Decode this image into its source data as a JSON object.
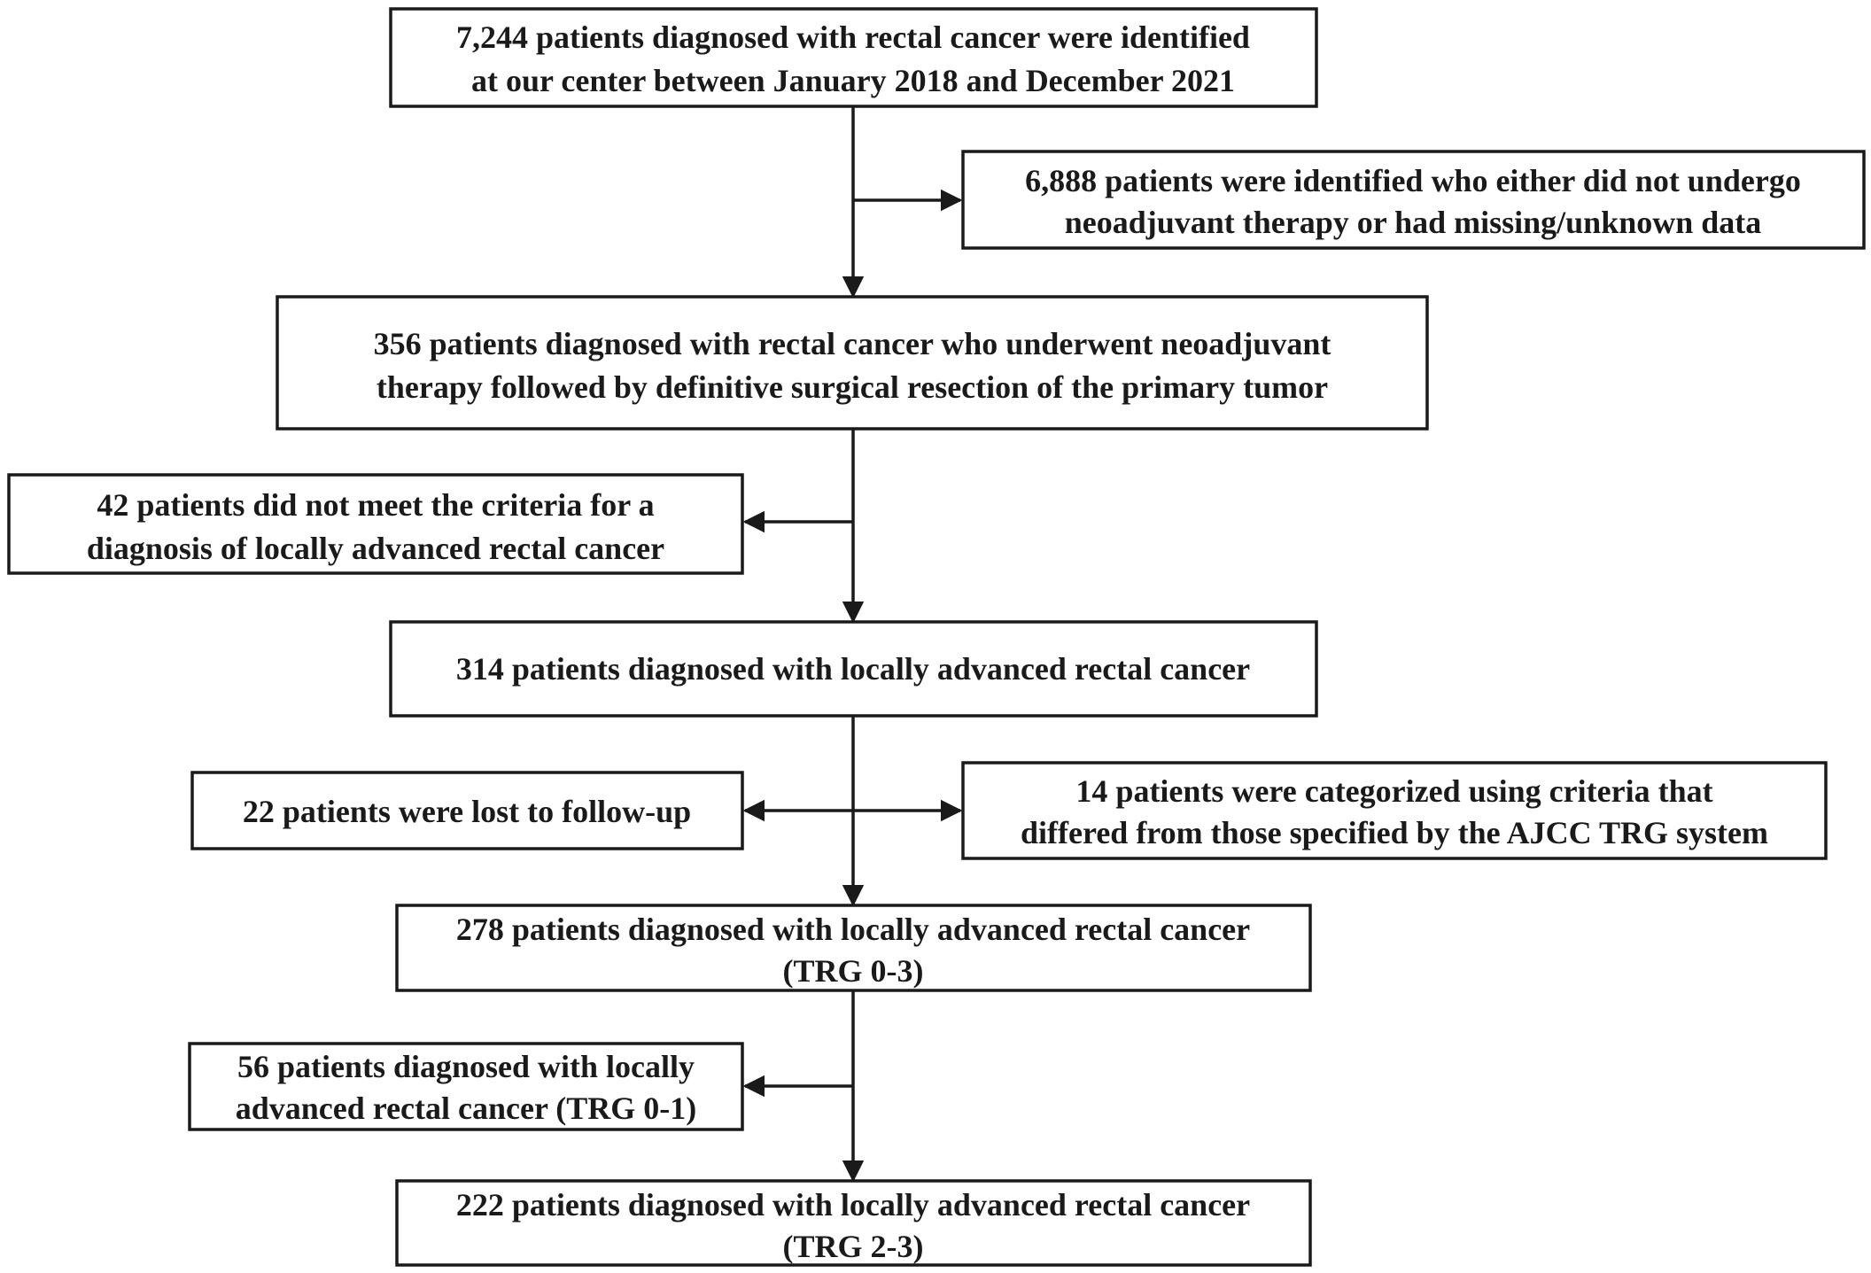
{
  "boxes": {
    "identified": {
      "line1": "7,244 patients diagnosed with rectal cancer were identified",
      "line2": "at our center between January 2018 and December 2021"
    },
    "excluded_no_neoadjuvant": {
      "line1": "6,888 patients were identified who either did not undergo",
      "line2": "neoadjuvant therapy or had missing/unknown data"
    },
    "neoadjuvant_surgery": {
      "line1": "356 patients diagnosed with rectal cancer who underwent neoadjuvant",
      "line2": "therapy followed by definitive surgical resection of the primary tumor"
    },
    "excluded_not_larc": {
      "line1": "42 patients did not meet the criteria for a",
      "line2": "diagnosis of locally advanced rectal cancer"
    },
    "larc": {
      "line1": "314 patients diagnosed with locally advanced rectal cancer"
    },
    "lost_followup": {
      "line1": "22 patients were lost to follow-up"
    },
    "different_criteria": {
      "line1": "14 patients were categorized using criteria that",
      "line2": "differed from those specified by the AJCC TRG system"
    },
    "trg_0_3": {
      "line1": "278 patients diagnosed with locally advanced rectal cancer",
      "line2": "(TRG 0-3)"
    },
    "trg_0_1": {
      "line1": "56 patients diagnosed with locally",
      "line2": "advanced rectal cancer (TRG 0-1)"
    },
    "trg_2_3": {
      "line1": "222 patients diagnosed with locally advanced rectal cancer",
      "line2": "(TRG 2-3)"
    }
  }
}
